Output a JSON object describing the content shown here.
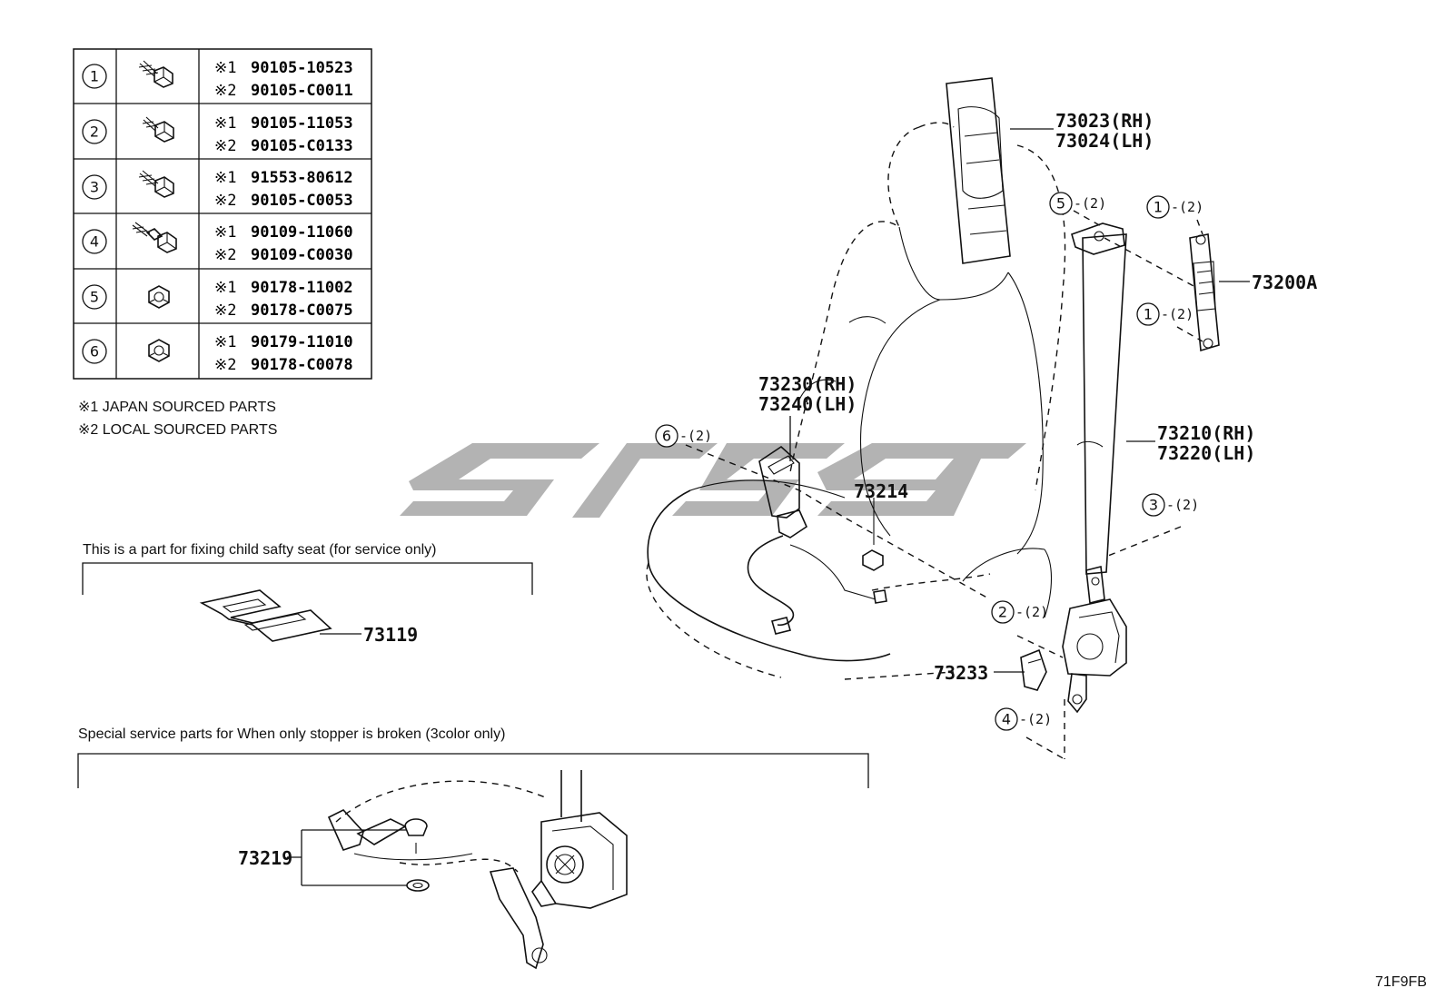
{
  "fastener_table": {
    "rows": [
      {
        "no": "1",
        "icon": "bolt-icon",
        "m1": "※1",
        "p1": "90105-10523",
        "m2": "※2",
        "p2": "90105-C0011"
      },
      {
        "no": "2",
        "icon": "bolt-icon",
        "m1": "※1",
        "p1": "90105-11053",
        "m2": "※2",
        "p2": "90105-C0133"
      },
      {
        "no": "3",
        "icon": "bolt-icon",
        "m1": "※1",
        "p1": "91553-80612",
        "m2": "※2",
        "p2": "90105-C0053"
      },
      {
        "no": "4",
        "icon": "stud-bolt-icon",
        "m1": "※1",
        "p1": "90109-11060",
        "m2": "※2",
        "p2": "90109-C0030"
      },
      {
        "no": "5",
        "icon": "nut-icon",
        "m1": "※1",
        "p1": "90178-11002",
        "m2": "※2",
        "p2": "90178-C0075"
      },
      {
        "no": "6",
        "icon": "nut-icon",
        "m1": "※1",
        "p1": "90179-11010",
        "m2": "※2",
        "p2": "90178-C0078"
      }
    ]
  },
  "legend": {
    "note1": "※1  JAPAN SOURCED PARTS",
    "note2": "※2  LOCAL SOURCED PARTS"
  },
  "child_seat_box": {
    "caption": "This is a part for fixing child safty seat (for service only)",
    "part": "73119"
  },
  "stopper_box": {
    "caption": "Special service parts for When only stopper is broken (3color only)",
    "part": "73219"
  },
  "callouts": {
    "upper_cover": {
      "rh": "73023(RH)",
      "lh": "73024(LH)"
    },
    "adjuster": "73200A",
    "buckle": {
      "rh": "73230(RH)",
      "lh": "73240(LH)"
    },
    "buckle_nut": "73214",
    "outer_belt": {
      "rh": "73210(RH)",
      "lh": "73220(LH)"
    },
    "retractor_cover": "73233"
  },
  "fastener_refs": {
    "r5": {
      "no": "5",
      "qty": "-(2)"
    },
    "r1a": {
      "no": "1",
      "qty": "-(2)"
    },
    "r1b": {
      "no": "1",
      "qty": "-(2)"
    },
    "r6": {
      "no": "6",
      "qty": "-(2)"
    },
    "r3": {
      "no": "3",
      "qty": "-(2)"
    },
    "r2": {
      "no": "2",
      "qty": "-(2)"
    },
    "r4": {
      "no": "4",
      "qty": "-(2)"
    }
  },
  "diagram_code": "71F9FB"
}
